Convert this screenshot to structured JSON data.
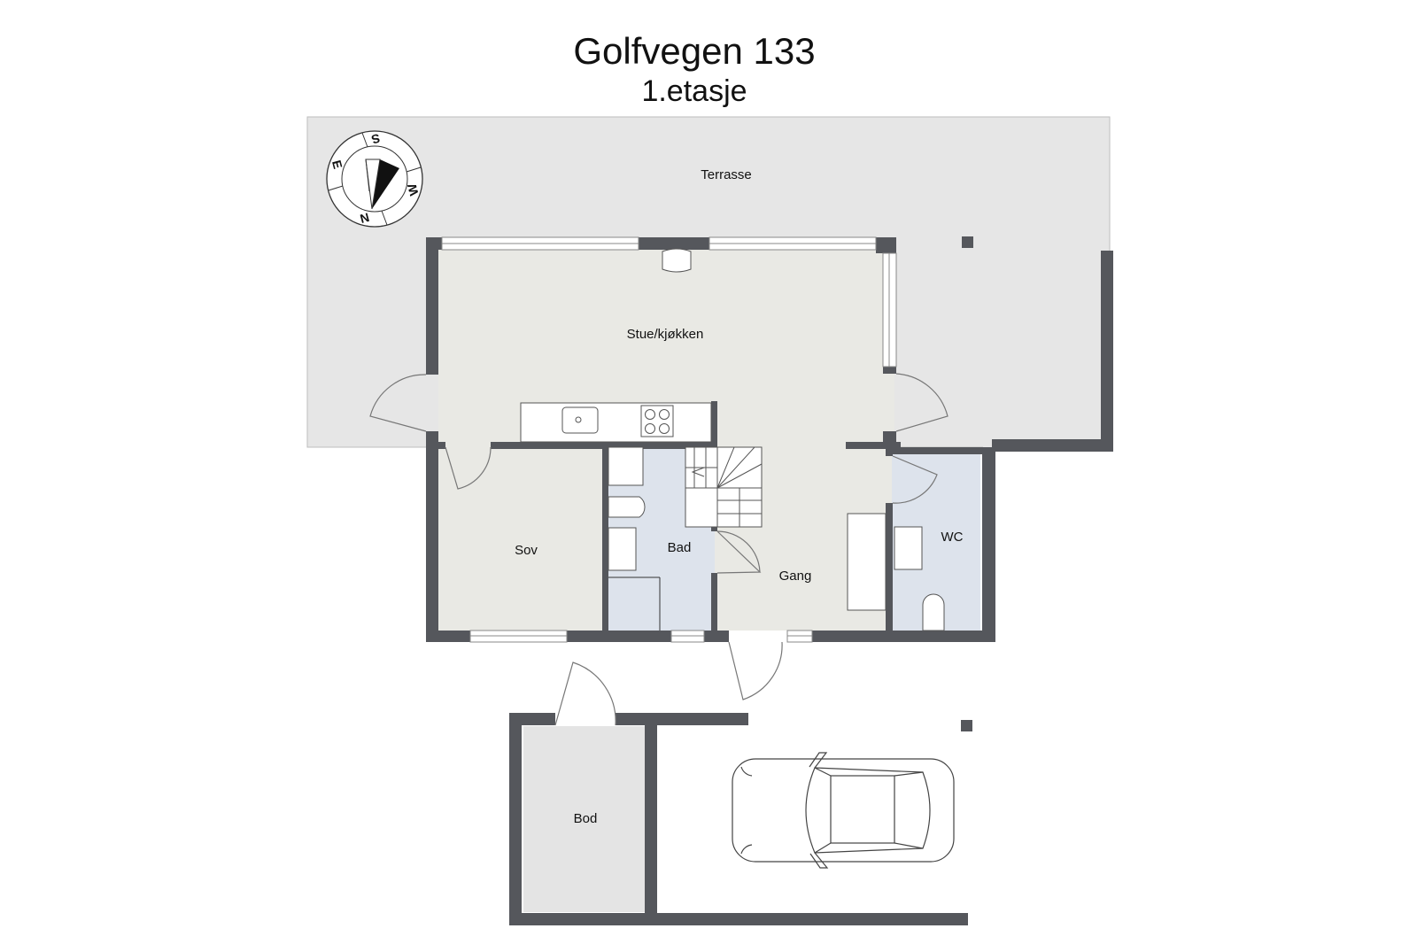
{
  "header": {
    "title": "Golfvegen 133",
    "subtitle": "1.etasje"
  },
  "compass": {
    "letters": {
      "north": "N",
      "south": "S",
      "east": "E",
      "west": "W"
    }
  },
  "rooms": {
    "terrasse": "Terrasse",
    "stue_kjokken": "Stue/kjøkken",
    "sov": "Sov",
    "bad": "Bad",
    "gang": "Gang",
    "wc": "WC",
    "bod": "Bod"
  },
  "colors": {
    "wall": "#55575c",
    "terrace": "#e6e6e6",
    "living": "#e9e9e4",
    "wet_room": "#dde3ec",
    "storage": "#e4e4e4",
    "fixture": "#ffffff",
    "line": "#666666"
  }
}
